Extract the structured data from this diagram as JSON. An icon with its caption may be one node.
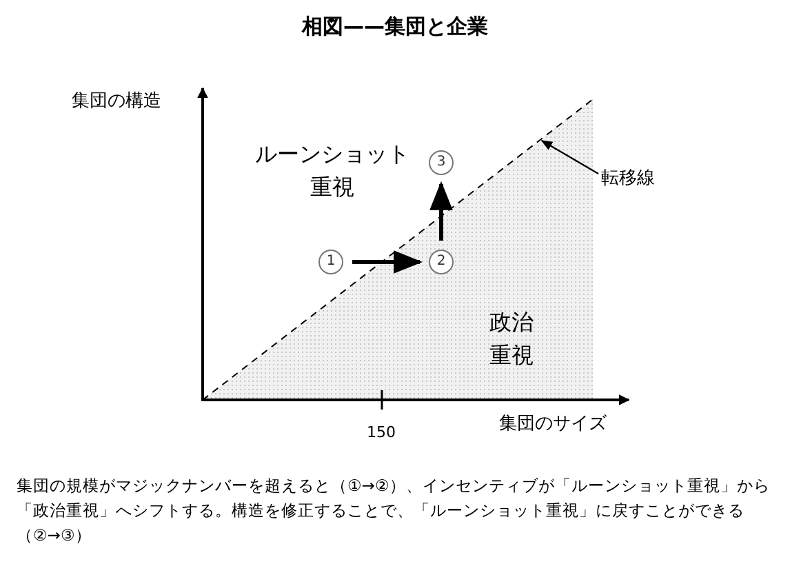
{
  "diagram": {
    "title": "相図——集団と企業",
    "caption": "集団の規模がマジックナンバーを超えると（①→②）、インセンティブが「ルーンショット重視」から「政治重視」へシフトする。構造を修正することで、「ルーンショット重視」に戻すことができる（②→③）",
    "nodes": [
      {
        "text": [
          "1"
        ]
      },
      {
        "text": [
          "2"
        ]
      },
      {
        "text": [
          "3"
        ]
      },
      {
        "text": [
          "転移線"
        ]
      }
    ],
    "edges": [
      {
        "from": 0,
        "to": 1,
        "arrow": "to"
      },
      {
        "from": 1,
        "to": 2,
        "arrow": "to"
      },
      {
        "from": 3,
        "to": null,
        "arrow": "to"
      }
    ],
    "labels": [
      "集団の構造",
      "ルーンショット重視",
      "政治重視",
      "150",
      "集団のサイズ"
    ]
  }
}
